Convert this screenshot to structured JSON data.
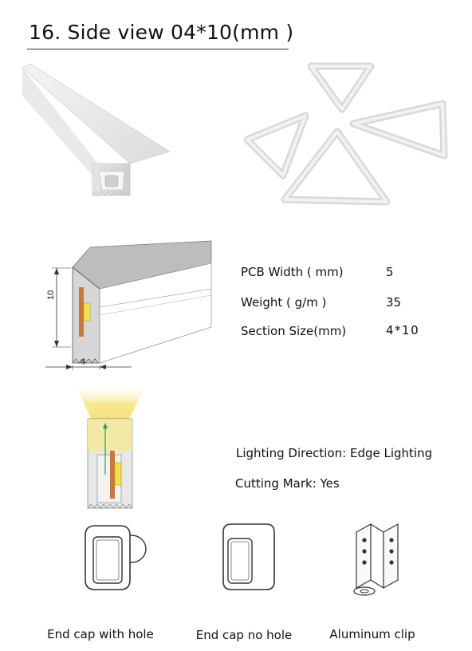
{
  "title": "16. Side view 04*10(mm )",
  "specs": [
    {
      "label": "PCB Width ( mm)",
      "value": "5"
    },
    {
      "label": "Weight ( g/m )",
      "value": "35"
    },
    {
      "label": "Section Size(mm)",
      "value": "4*10"
    }
  ],
  "dimensions": {
    "height_label": "10",
    "width_label": "4"
  },
  "features": {
    "lighting": "Lighting Direction: Edge Lighting",
    "cutting": "Cutting Mark: Yes"
  },
  "accessories": [
    {
      "caption": "End cap with hole",
      "icon": "end-cap-with-hole-icon"
    },
    {
      "caption": "End cap no hole",
      "icon": "end-cap-no-hole-icon"
    },
    {
      "caption": "Aluminum clip",
      "icon": "aluminum-clip-icon"
    }
  ],
  "colors": {
    "light": "#f6e27a",
    "strip_body": "#e7e7e7",
    "pcb": "#c9763a",
    "led": "#f2e24a"
  }
}
